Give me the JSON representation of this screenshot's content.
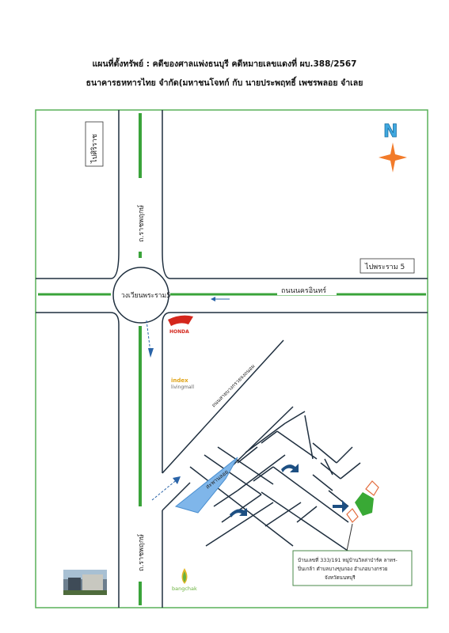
{
  "header": {
    "title_line1": "แผนที่ตั้งทรัพย์ : คดีของศาลแพ่งธนบุรี คดีหมายเลขแดงที่ ผบ.388/2567",
    "title_line2": "ธนาคารธหทารไทย จำกัด(มหาชนโจทก์   กับ นายประพฤทธิ์ เพชรพลอย จำเลย"
  },
  "map": {
    "direction_top_left": "ไปศิริราช",
    "road_vertical": "ถ.ราชพฤกษ์",
    "road_vertical_lower": "ถ.ราชพฤกษ์",
    "roundabout": "วงเวียนพระราม5",
    "road_horizontal": "ถนนนครอินทร์",
    "direction_right": "ไปพระราม 5",
    "diagonal_road": "ถนนสายบางกรวยจงถนอม",
    "footbridge": "สะพานลอย",
    "compass": "N",
    "logo_honda": "HONDA",
    "logo_index_line1": "index",
    "logo_index_line2": "livingmall",
    "logo_bangchak": "bangchak",
    "property_box": {
      "line1": "บ้านเลขที่ 333/191 หมู่บ้านวิลล่าป่าร์ค ลาทร-",
      "line2": "ปิ่นเกล้า ตำบลบางขุนกอง อำเภอบางกรวย",
      "line3": "จังหวัดนนทบุรี"
    },
    "colors": {
      "frame": "#58b058",
      "road_green": "#3aa33a",
      "road_line": "#1f2f3f",
      "arrow_blue": "#2a64a8",
      "bridge_blue": "#7fb6ea",
      "compass_n": "#3fa8e0",
      "compass_star": "#f27b2a",
      "property_green": "#39a935",
      "honda_red": "#d4261c",
      "bangchak_green": "#6ab23e"
    }
  }
}
